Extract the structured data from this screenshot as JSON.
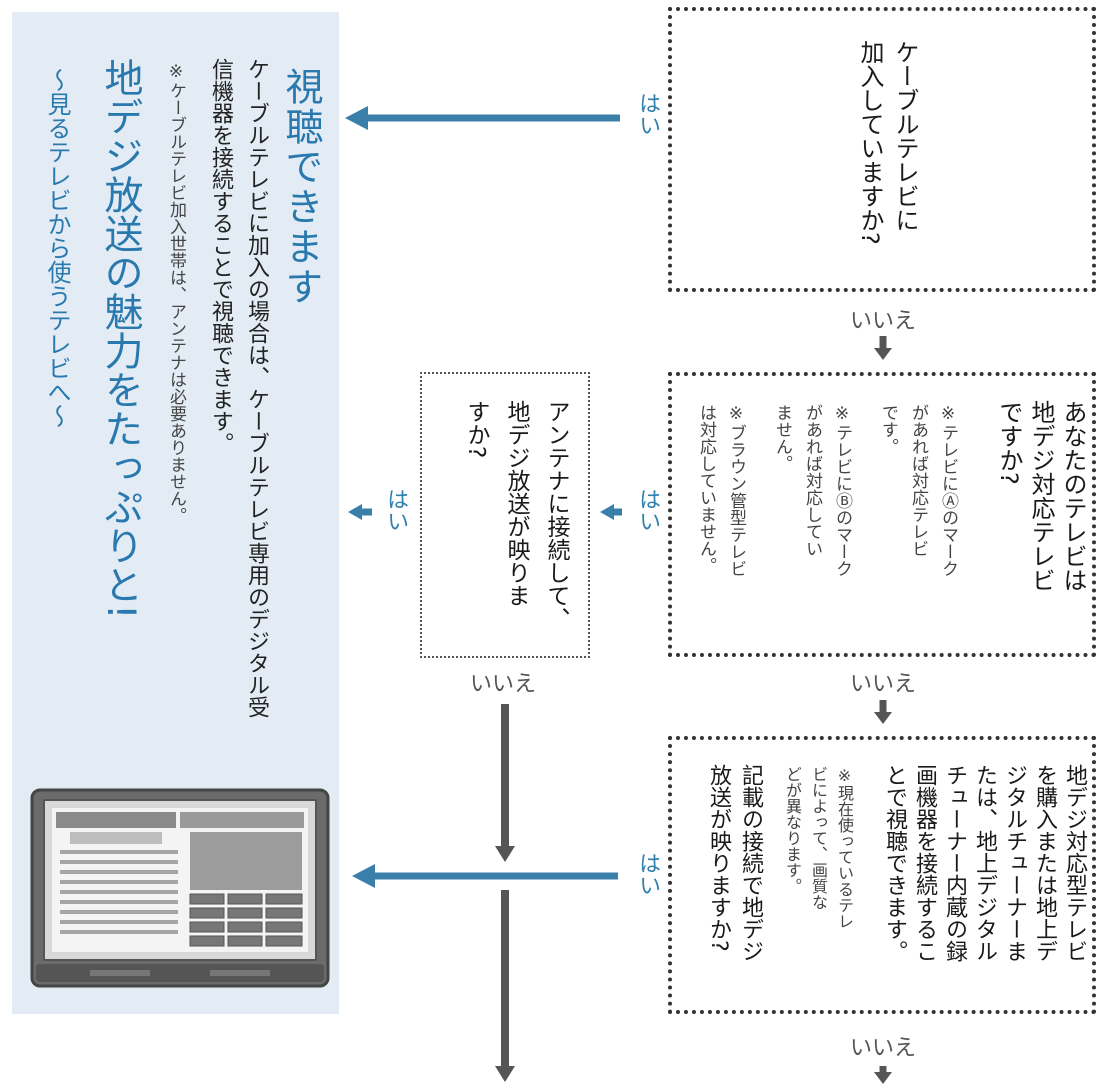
{
  "panel": {
    "title": "視聴できます",
    "body": "ケーブルテレビに加入の場合は、ケーブルテレビ専用のデジタル受信機器を接続することで視聴できます。",
    "note": "※ケーブルテレビ加入世帯は、アンテナは必要ありません。",
    "headline": "地デジ放送の魅力をたっぷりと!",
    "subline": "〜見るテレビから使うテレビへ〜",
    "tv_icon": "television-icon"
  },
  "q1": {
    "text1": "ケーブルテレビに",
    "text2": "加入していますか?"
  },
  "q2": {
    "main1": "あなたのテレビは",
    "main2": "地デジ対応テレビ",
    "main3": "ですか?",
    "note_a1": "※テレビにⒶのマーク",
    "note_a2": "があれば対応テレビ",
    "note_a3": "です。",
    "note_b1": "※テレビにⒷのマーク",
    "note_b2": "があれば対応してい",
    "note_b3": "ません。",
    "note_c1": "※ブラウン管型テレビ",
    "note_c2": "は対応していません。"
  },
  "q3": {
    "text1": "アンテナに接続して、",
    "text2": "地デジ放送が映りま",
    "text3": "すか?"
  },
  "q4": {
    "main1": "地デジ対応型テレビ",
    "main2": "を購入または地上デ",
    "main3": "ジタルチューナーま",
    "main4": "たは、地上デジタル",
    "main5": "チューナー内蔵の録",
    "main6": "画機器を接続するこ",
    "main7": "とで視聴できます。",
    "note1": "※現在使っているテレ",
    "note2": "ビによって、画質な",
    "note3": "どが異なります。",
    "q1": "記載の接続で地デジ",
    "q2": "放送が映りますか?"
  },
  "labels": {
    "yes": "はい",
    "no": "いいえ"
  },
  "colors": {
    "accent": "#2f7fb0",
    "panel_bg": "#e3ecf5",
    "arrow_blue": "#3a7fa9",
    "arrow_gray": "#555555"
  }
}
